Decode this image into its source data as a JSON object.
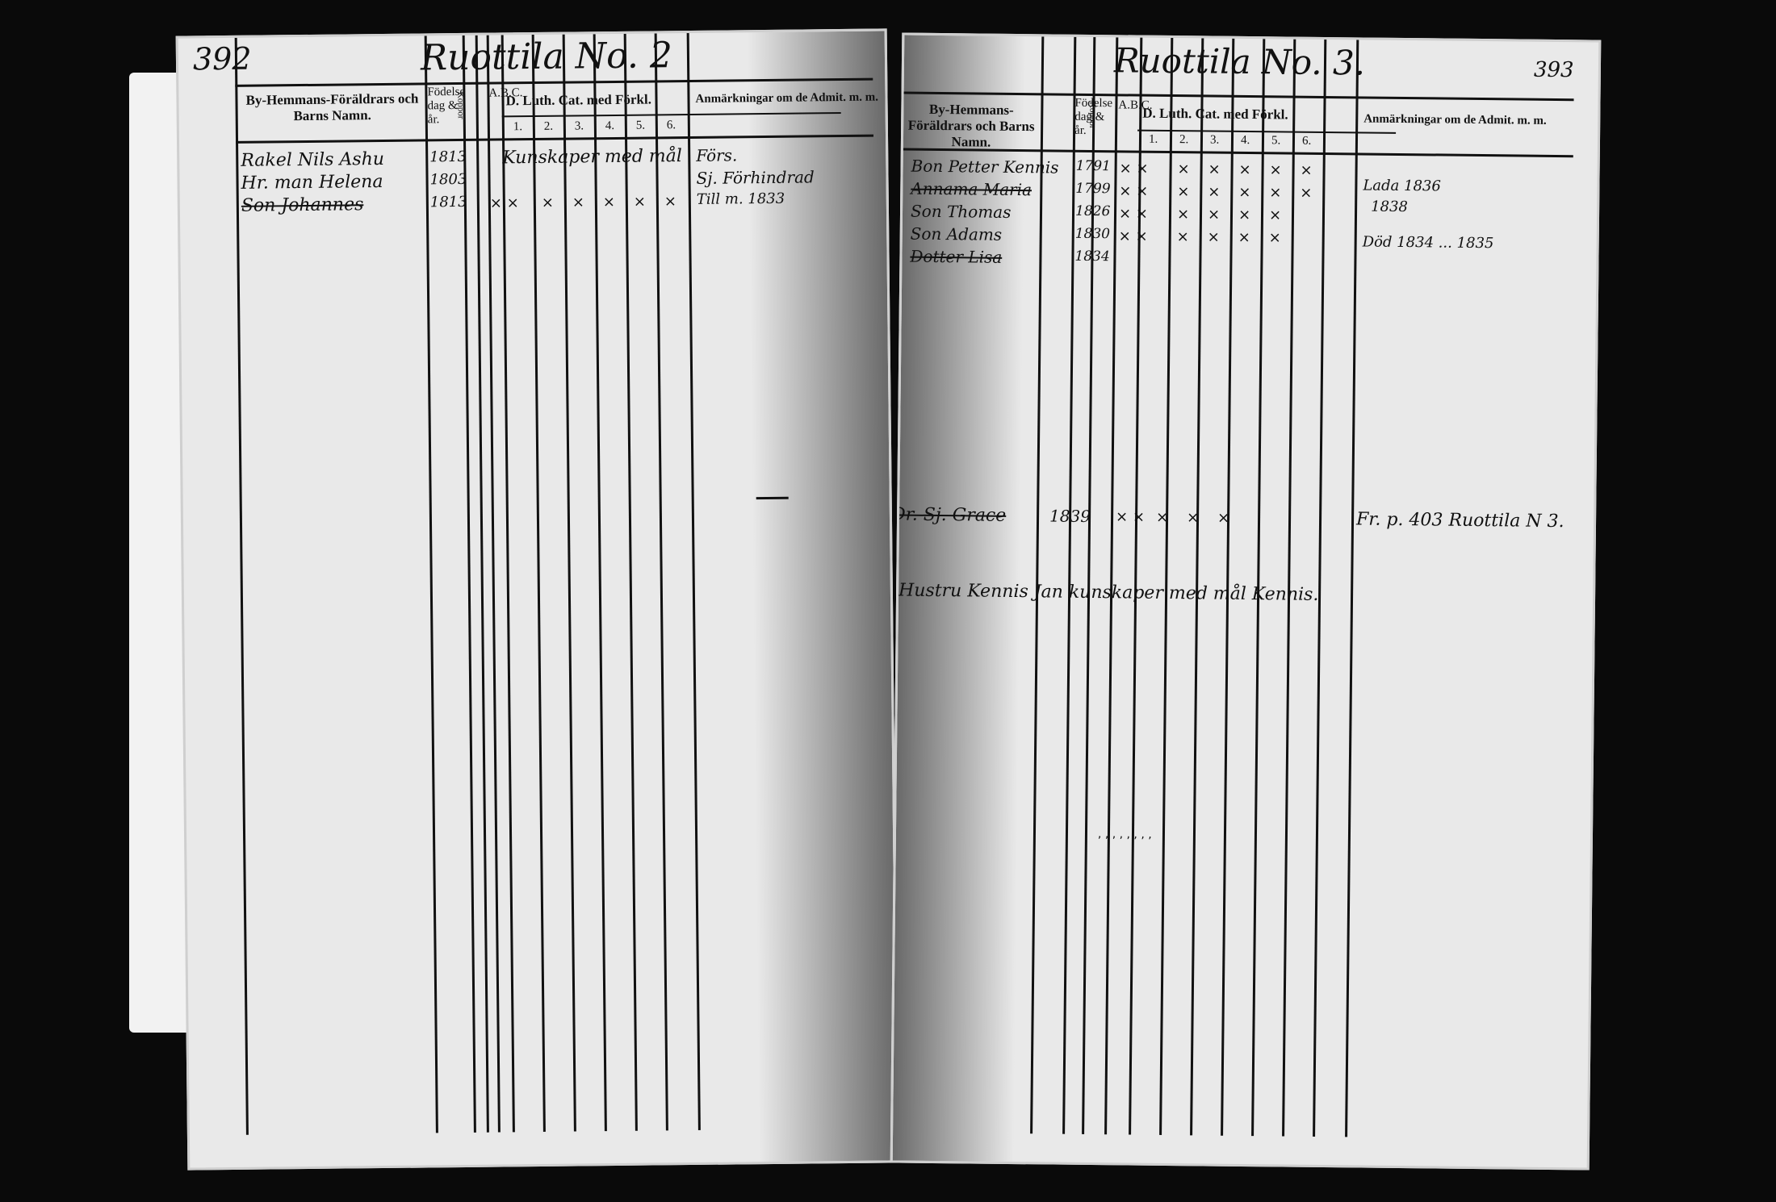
{
  "left_page": {
    "page_number": "392",
    "title": "Ruottila No. 2",
    "headers": {
      "names": "By-Hemmans-Föräldrars och Barns Namn.",
      "born": "Födelse dag & år.",
      "vacc": "Koppor",
      "abc": "A.B.C.",
      "luth": "D. Luth. Cat. med Förkl.",
      "cols": [
        "1.",
        "2.",
        "3.",
        "4.",
        "5.",
        "6."
      ],
      "remarks": "Anmärkningar om de Admit. m. m."
    },
    "entries": [
      {
        "name": "Rakel Nils Ashu",
        "born": "1813",
        "rest": "Kunskaper med mål",
        "remark": "Förs."
      },
      {
        "name": "Hr. man Helena",
        "born": "1803",
        "remark": "Sj. Förhindrad"
      },
      {
        "name": "Son Johannes",
        "born": "1813",
        "remark": "Till m. 1833"
      }
    ]
  },
  "right_page": {
    "page_number": "393",
    "title": "Ruottila No. 3.",
    "headers": {
      "names": "By-Hemmans-Föräldrars och Barns Namn.",
      "born": "Födelse dag & år.",
      "vacc": "Koppor",
      "abc": "A.B.C.",
      "luth": "D. Luth. Cat. med Förkl.",
      "cols": [
        "1.",
        "2.",
        "3.",
        "4.",
        "5.",
        "6."
      ],
      "remarks": "Anmärkningar om de Admit. m. m."
    },
    "entries": [
      {
        "name": "Bon Petter Kennis",
        "born": "1791",
        "remark": "Lada 1836"
      },
      {
        "name": "Annama Maria",
        "born": "1799",
        "remark": "1838"
      },
      {
        "name": "Son Thomas",
        "born": "1826"
      },
      {
        "name": "Son Adams",
        "born": "1830",
        "remark": "Död 1834 ... 1835"
      },
      {
        "name": "Dotter Lisa",
        "born": "1834"
      }
    ],
    "mid_entry": {
      "name": "Dr. Sj. Grace",
      "born": "1839",
      "remark": "Fr. p. 403 Ruottila N 3."
    },
    "lower_note": "Hustru Kennis Jan kunskaper med mål Kennis."
  }
}
